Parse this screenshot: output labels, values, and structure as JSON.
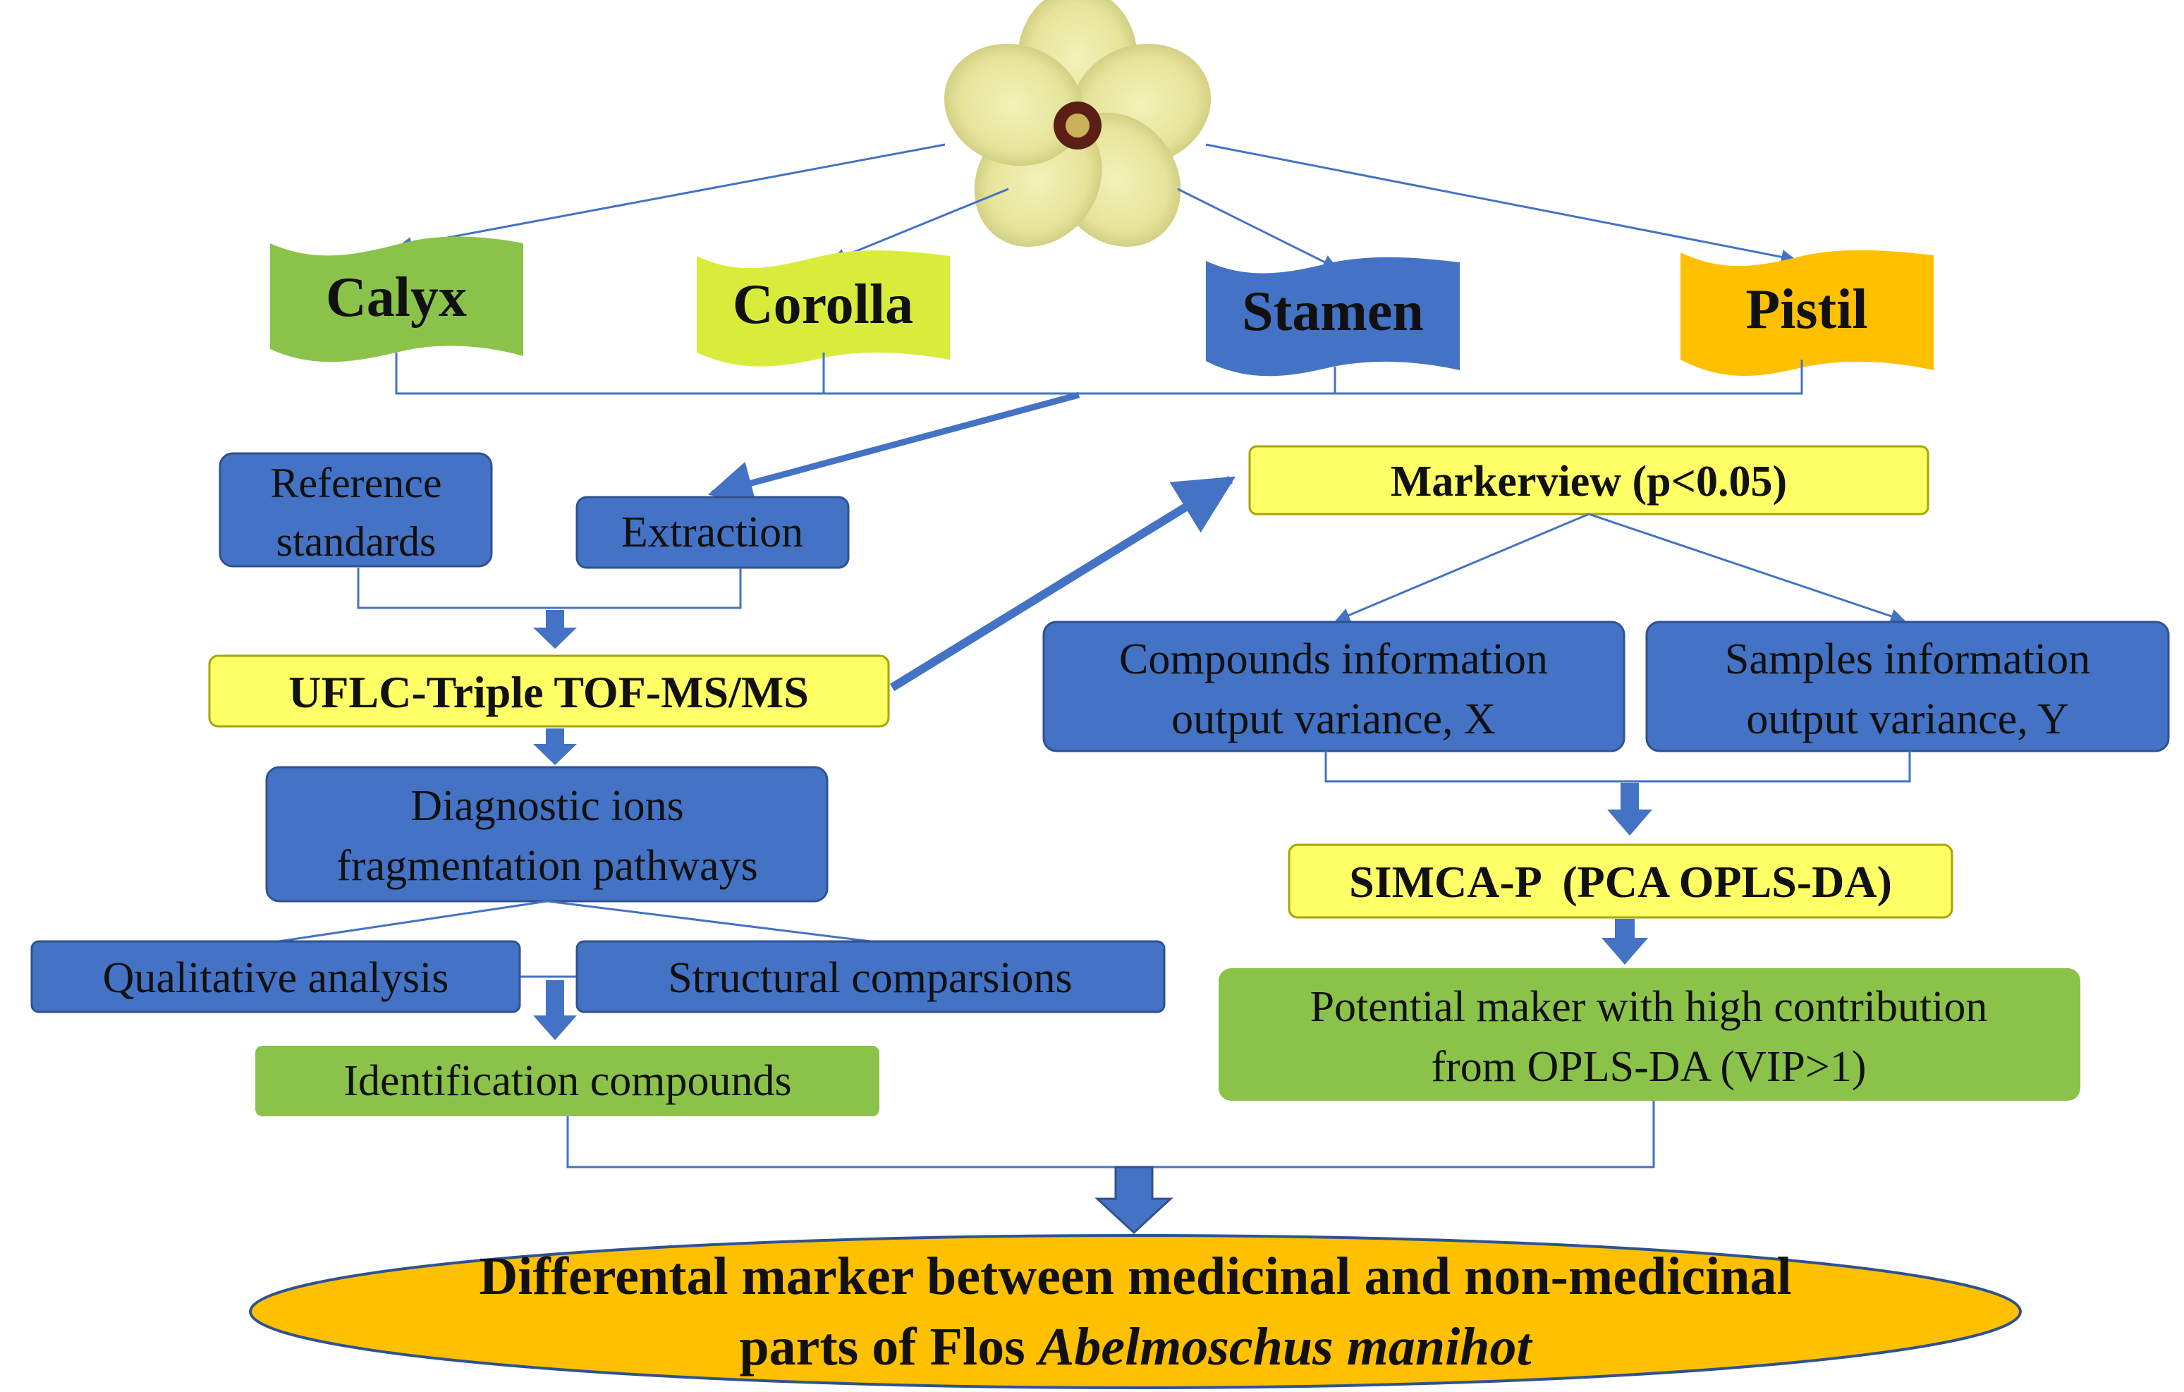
{
  "colors": {
    "blue": "#4472C4",
    "blue_dark": "#2F528F",
    "green": "#8BC34A",
    "green_light": "#92D050",
    "yellow_green": "#D9EC3C",
    "yellow": "#FFFF66",
    "gold": "#FFC000",
    "line": "#4472C4"
  },
  "flower": {
    "icon": "flower-photo"
  },
  "parts": [
    {
      "label": "Calyx",
      "color": "#8BC34A"
    },
    {
      "label": "Corolla",
      "color": "#D9EC3C"
    },
    {
      "label": "Stamen",
      "color": "#4472C4"
    },
    {
      "label": "Pistil",
      "color": "#FFC000"
    }
  ],
  "left": {
    "reference": [
      "Reference",
      "standards"
    ],
    "extraction": "Extraction",
    "uflc": "UFLC-Triple TOF-MS/MS",
    "diagnostic": [
      "Diagnostic ions",
      "fragmentation pathways"
    ],
    "qualitative": "Qualitative analysis",
    "structural": "Structural comparsions",
    "identification": "Identification compounds"
  },
  "right": {
    "markerview": "Markerview (p<0.05)",
    "compounds": [
      "Compounds information",
      "output variance, X"
    ],
    "samples": [
      "Samples information",
      "output variance, Y"
    ],
    "simca": "SIMCA-P  (PCA OPLS-DA)",
    "potential": [
      "Potential maker with high contribution",
      "from OPLS-DA (VIP>1)"
    ]
  },
  "result": {
    "line1": "Differental marker between medicinal and non-medicinal",
    "line2_prefix": "parts of Flos ",
    "line2_italic": "Abelmoschus manihot"
  }
}
